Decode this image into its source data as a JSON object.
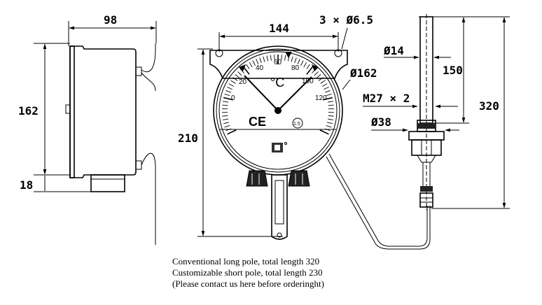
{
  "dimensions": {
    "side_width": "98",
    "side_height": "162",
    "side_bottom": "18",
    "mount_spacing": "144",
    "mount_holes": "3 × Ø6.5",
    "overall_height": "210",
    "dial_diameter": "Ø162",
    "rod_diameter": "Ø14",
    "rod_length": "150",
    "thread": "M27 × 2",
    "total_length": "320",
    "fitting_diameter": "Ø38"
  },
  "dial": {
    "unit": "°C",
    "scale_labels": [
      "0",
      "20",
      "40",
      "60",
      "80",
      "100",
      "120"
    ],
    "certification_mark": "CE",
    "class_mark": "1.5"
  },
  "notes": [
    "Conventional long pole, total length 320",
    "Customizable short pole, total length 230",
    "(Please contact us here before orderinght)"
  ]
}
